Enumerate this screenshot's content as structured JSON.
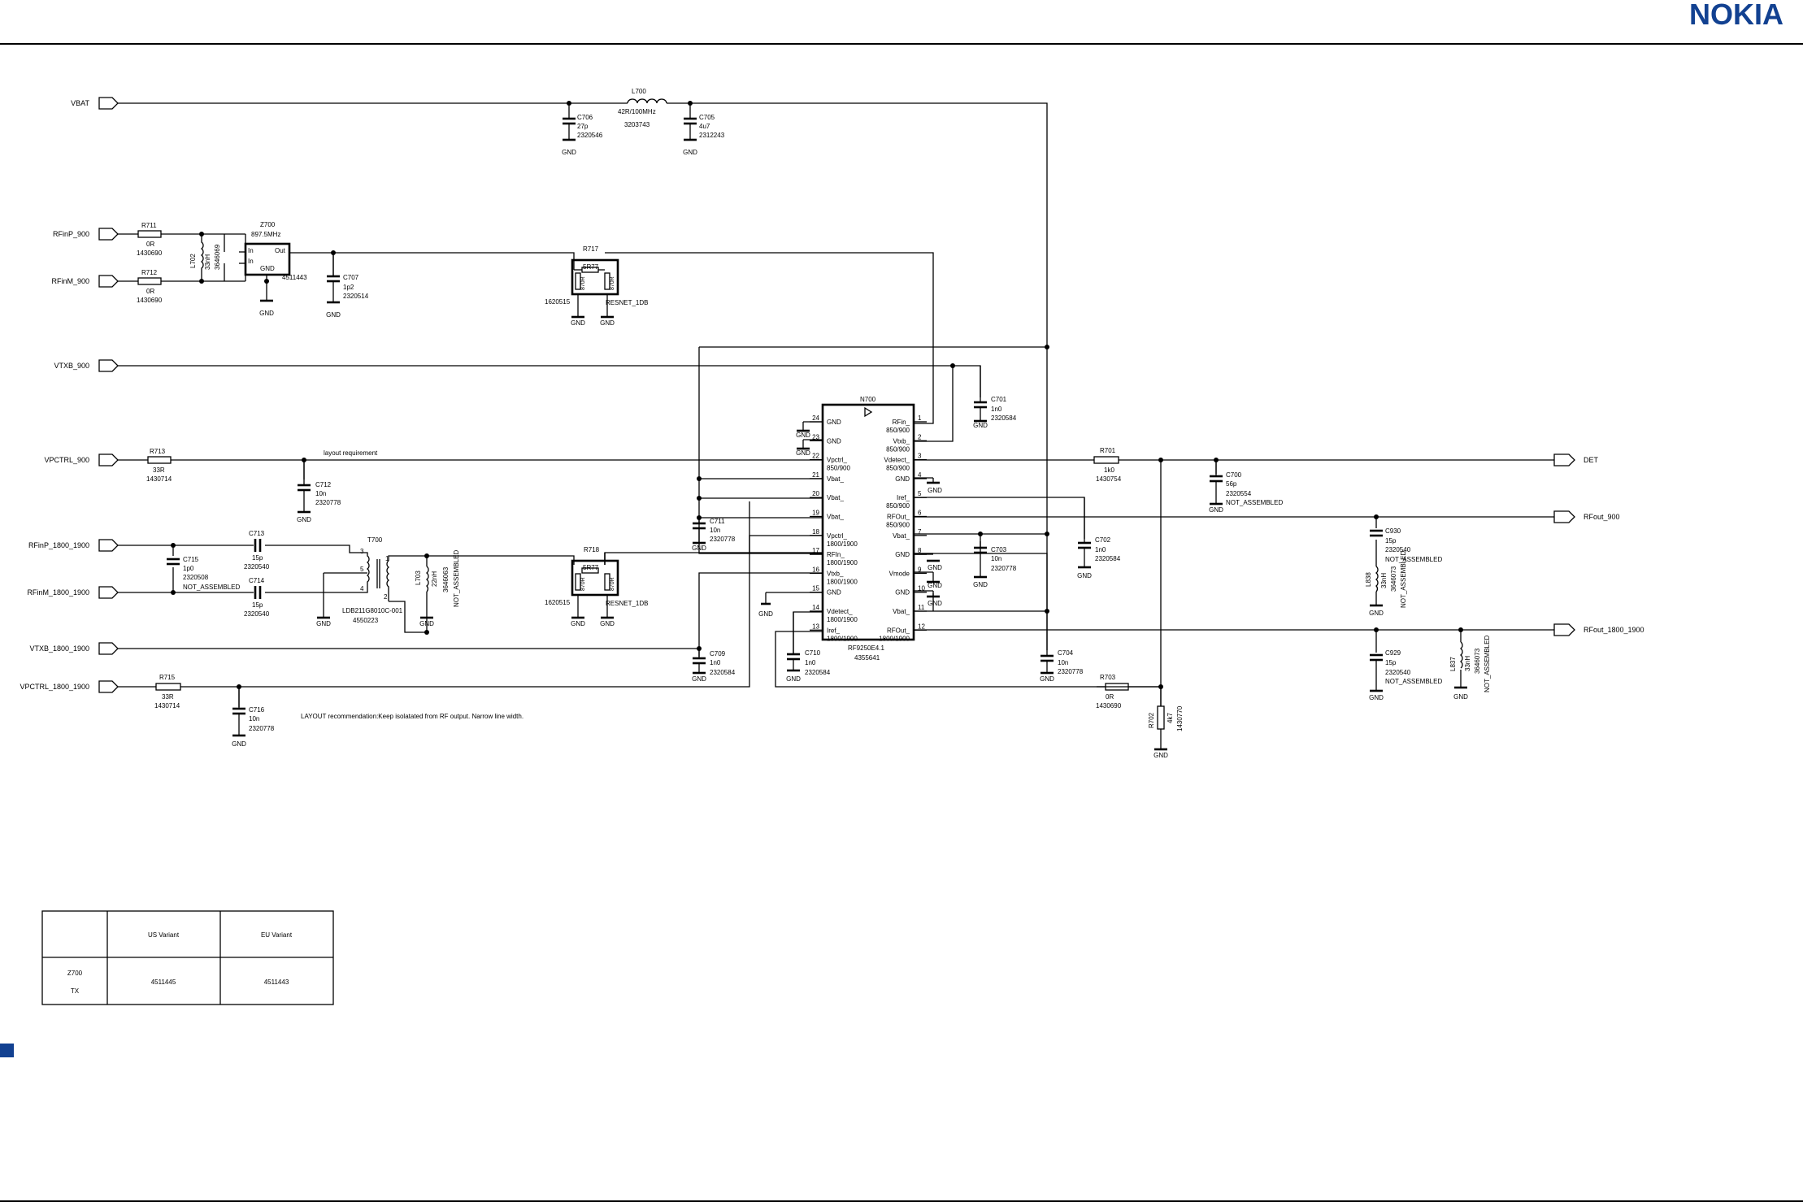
{
  "header": {
    "brand": "NOKIA",
    "brand_color": "#124191"
  },
  "ports": {
    "vbat": "VBAT",
    "rfinp_900": "RFinP_900",
    "rfinm_900": "RFinM_900",
    "vtxb_900": "VTXB_900",
    "vpctrl_900": "VPCTRL_900",
    "rfinp_1800": "RFinP_1800_1900",
    "rfinm_1800": "RFinM_1800_1900",
    "vtxb_1800": "VTXB_1800_1900",
    "vpctrl_1800": "VPCTRL_1800_1900",
    "det": "DET",
    "rfout_900": "RFout_900",
    "rfout_1800": "RFout_1800_1900"
  },
  "components": {
    "l700": {
      "ref": "L700",
      "value": "42R/100MHz",
      "part": "3203743"
    },
    "c706": {
      "ref": "C706",
      "value": "27p",
      "part": "2320546"
    },
    "c705": {
      "ref": "C705",
      "value": "4u7",
      "part": "2312243"
    },
    "r711": {
      "ref": "R711",
      "value": "0R",
      "part": "1430690"
    },
    "r712": {
      "ref": "R712",
      "value": "0R",
      "part": "1430690"
    },
    "l702": {
      "ref": "L702",
      "value": "33nH",
      "part": "3646069"
    },
    "z700": {
      "ref": "Z700",
      "value": "897.5MHz",
      "part": "4511443",
      "pin_in1": "In",
      "pin_in2": "In",
      "pin_out": "Out",
      "pin_gnd": "GND"
    },
    "c707": {
      "ref": "C707",
      "value": "1p2",
      "part": "2320514"
    },
    "r717": {
      "ref": "R717",
      "value": "5R77",
      "left": "870R",
      "right": "870R",
      "part": "1620515",
      "type": "RESNET_1DB"
    },
    "r718": {
      "ref": "R718",
      "value": "5R77",
      "left": "870R",
      "right": "870R",
      "part": "1620515",
      "type": "RESNET_1DB"
    },
    "c701": {
      "ref": "C701",
      "value": "1n0",
      "part": "2320584"
    },
    "r713": {
      "ref": "R713",
      "value": "33R",
      "part": "1430714"
    },
    "c712": {
      "ref": "C712",
      "value": "10n",
      "part": "2320778"
    },
    "c711": {
      "ref": "C711",
      "value": "10n",
      "part": "2320778"
    },
    "c713": {
      "ref": "C713",
      "value": "15p",
      "part": "2320540"
    },
    "c714": {
      "ref": "C714",
      "value": "15p",
      "part": "2320540"
    },
    "c715": {
      "ref": "C715",
      "value": "1p0",
      "part": "2320508",
      "note": "NOT_ASSEMBLED"
    },
    "t700": {
      "ref": "T700",
      "part_name": "LDB211G8010C-001",
      "part": "4550223",
      "p1": "1",
      "p2": "2",
      "p3": "3",
      "p4": "4",
      "p5": "5"
    },
    "l703": {
      "ref": "L703",
      "value": "22nH",
      "part": "3646063",
      "note": "NOT_ASSEMBLED"
    },
    "c709": {
      "ref": "C709",
      "value": "1n0",
      "part": "2320584"
    },
    "r715": {
      "ref": "R715",
      "value": "33R",
      "part": "1430714"
    },
    "c716": {
      "ref": "C716",
      "value": "10n",
      "part": "2320778"
    },
    "c710": {
      "ref": "C710",
      "value": "1n0",
      "part": "2320584"
    },
    "c703": {
      "ref": "C703",
      "value": "10n",
      "part": "2320778"
    },
    "c702": {
      "ref": "C702",
      "value": "1n0",
      "part": "2320584"
    },
    "c704": {
      "ref": "C704",
      "value": "10n",
      "part": "2320778"
    },
    "r701": {
      "ref": "R701",
      "value": "1k0",
      "part": "1430754"
    },
    "c700": {
      "ref": "C700",
      "value": "56p",
      "part": "2320554",
      "note": "NOT_ASSEMBLED"
    },
    "r703": {
      "ref": "R703",
      "value": "0R",
      "part": "1430690"
    },
    "r702": {
      "ref": "R702",
      "value": "4k7",
      "part": "1430770"
    },
    "c930": {
      "ref": "C930",
      "value": "15p",
      "part": "2320540",
      "note": "NOT_ASSEMBLED"
    },
    "l838": {
      "ref": "L838",
      "value": "33nH",
      "part": "3646073",
      "note": "NOT_ASSEMBLED"
    },
    "c929": {
      "ref": "C929",
      "value": "15p",
      "part": "2320540",
      "note": "NOT_ASSEMBLED"
    },
    "l837": {
      "ref": "L837",
      "value": "33nH",
      "part": "3646073",
      "note": "NOT_ASSEMBLED"
    }
  },
  "gnd_label": "GND",
  "ic": {
    "ref": "N700",
    "part_name": "RF9250E4.1",
    "part": "4355641",
    "left_pins": [
      {
        "num": "24",
        "l1": "GND",
        "l2": ""
      },
      {
        "num": "23",
        "l1": "GND",
        "l2": ""
      },
      {
        "num": "22",
        "l1": "Vpctrl_",
        "l2": "850/900"
      },
      {
        "num": "21",
        "l1": "Vbat_",
        "l2": ""
      },
      {
        "num": "20",
        "l1": "Vbat_",
        "l2": ""
      },
      {
        "num": "19",
        "l1": "Vbat_",
        "l2": ""
      },
      {
        "num": "18",
        "l1": "Vpctrl_",
        "l2": "1800/1900"
      },
      {
        "num": "17",
        "l1": "RFIn_",
        "l2": "1800/1900"
      },
      {
        "num": "16",
        "l1": "Vtxb_",
        "l2": "1800/1900"
      },
      {
        "num": "15",
        "l1": "GND",
        "l2": ""
      },
      {
        "num": "14",
        "l1": "Vdetect_",
        "l2": "1800/1900"
      },
      {
        "num": "13",
        "l1": "Iref_",
        "l2": "1800/1900"
      }
    ],
    "right_pins": [
      {
        "num": "1",
        "l1": "RFin_",
        "l2": "850/900"
      },
      {
        "num": "2",
        "l1": "Vtxb_",
        "l2": "850/900"
      },
      {
        "num": "3",
        "l1": "Vdetect_",
        "l2": "850/900"
      },
      {
        "num": "4",
        "l1": "GND",
        "l2": ""
      },
      {
        "num": "5",
        "l1": "Iref_",
        "l2": "850/900"
      },
      {
        "num": "6",
        "l1": "RFOut_",
        "l2": "850/900"
      },
      {
        "num": "7",
        "l1": "Vbat_",
        "l2": ""
      },
      {
        "num": "8",
        "l1": "GND",
        "l2": ""
      },
      {
        "num": "9",
        "l1": "Vmode",
        "l2": ""
      },
      {
        "num": "10",
        "l1": "GND",
        "l2": ""
      },
      {
        "num": "11",
        "l1": "Vbat_",
        "l2": ""
      },
      {
        "num": "12",
        "l1": "RFOut_",
        "l2": "1800/1900"
      }
    ]
  },
  "notes": {
    "layout_req": "layout requirement",
    "layout_rec": "LAYOUT recommendation:Keep isolatated from RF output. Narrow line width."
  },
  "variant_table": {
    "headers": [
      "",
      "US Variant",
      "EU Variant"
    ],
    "row_labels": [
      "Z700",
      "TX"
    ],
    "values": [
      "4511445",
      "4511443"
    ]
  },
  "colors": {
    "wire": "#000000",
    "marker": "#124191"
  }
}
